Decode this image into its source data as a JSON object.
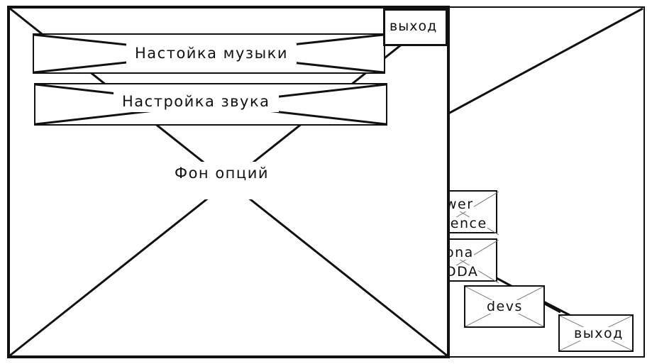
{
  "background_window": {
    "line_color": "#111111",
    "main_menu_partial_buttons": [
      {
        "line1": "wer",
        "line2": "ience"
      },
      {
        "line1": "ona",
        "line2": "DDA"
      }
    ],
    "devs_button_label": "devs",
    "exit_button_label": "выход"
  },
  "options_panel": {
    "background_label": "Фон опций",
    "music_settings_label": "Настойка музыки",
    "sound_settings_label": "Настройка звука",
    "exit_button_label": "выход"
  }
}
